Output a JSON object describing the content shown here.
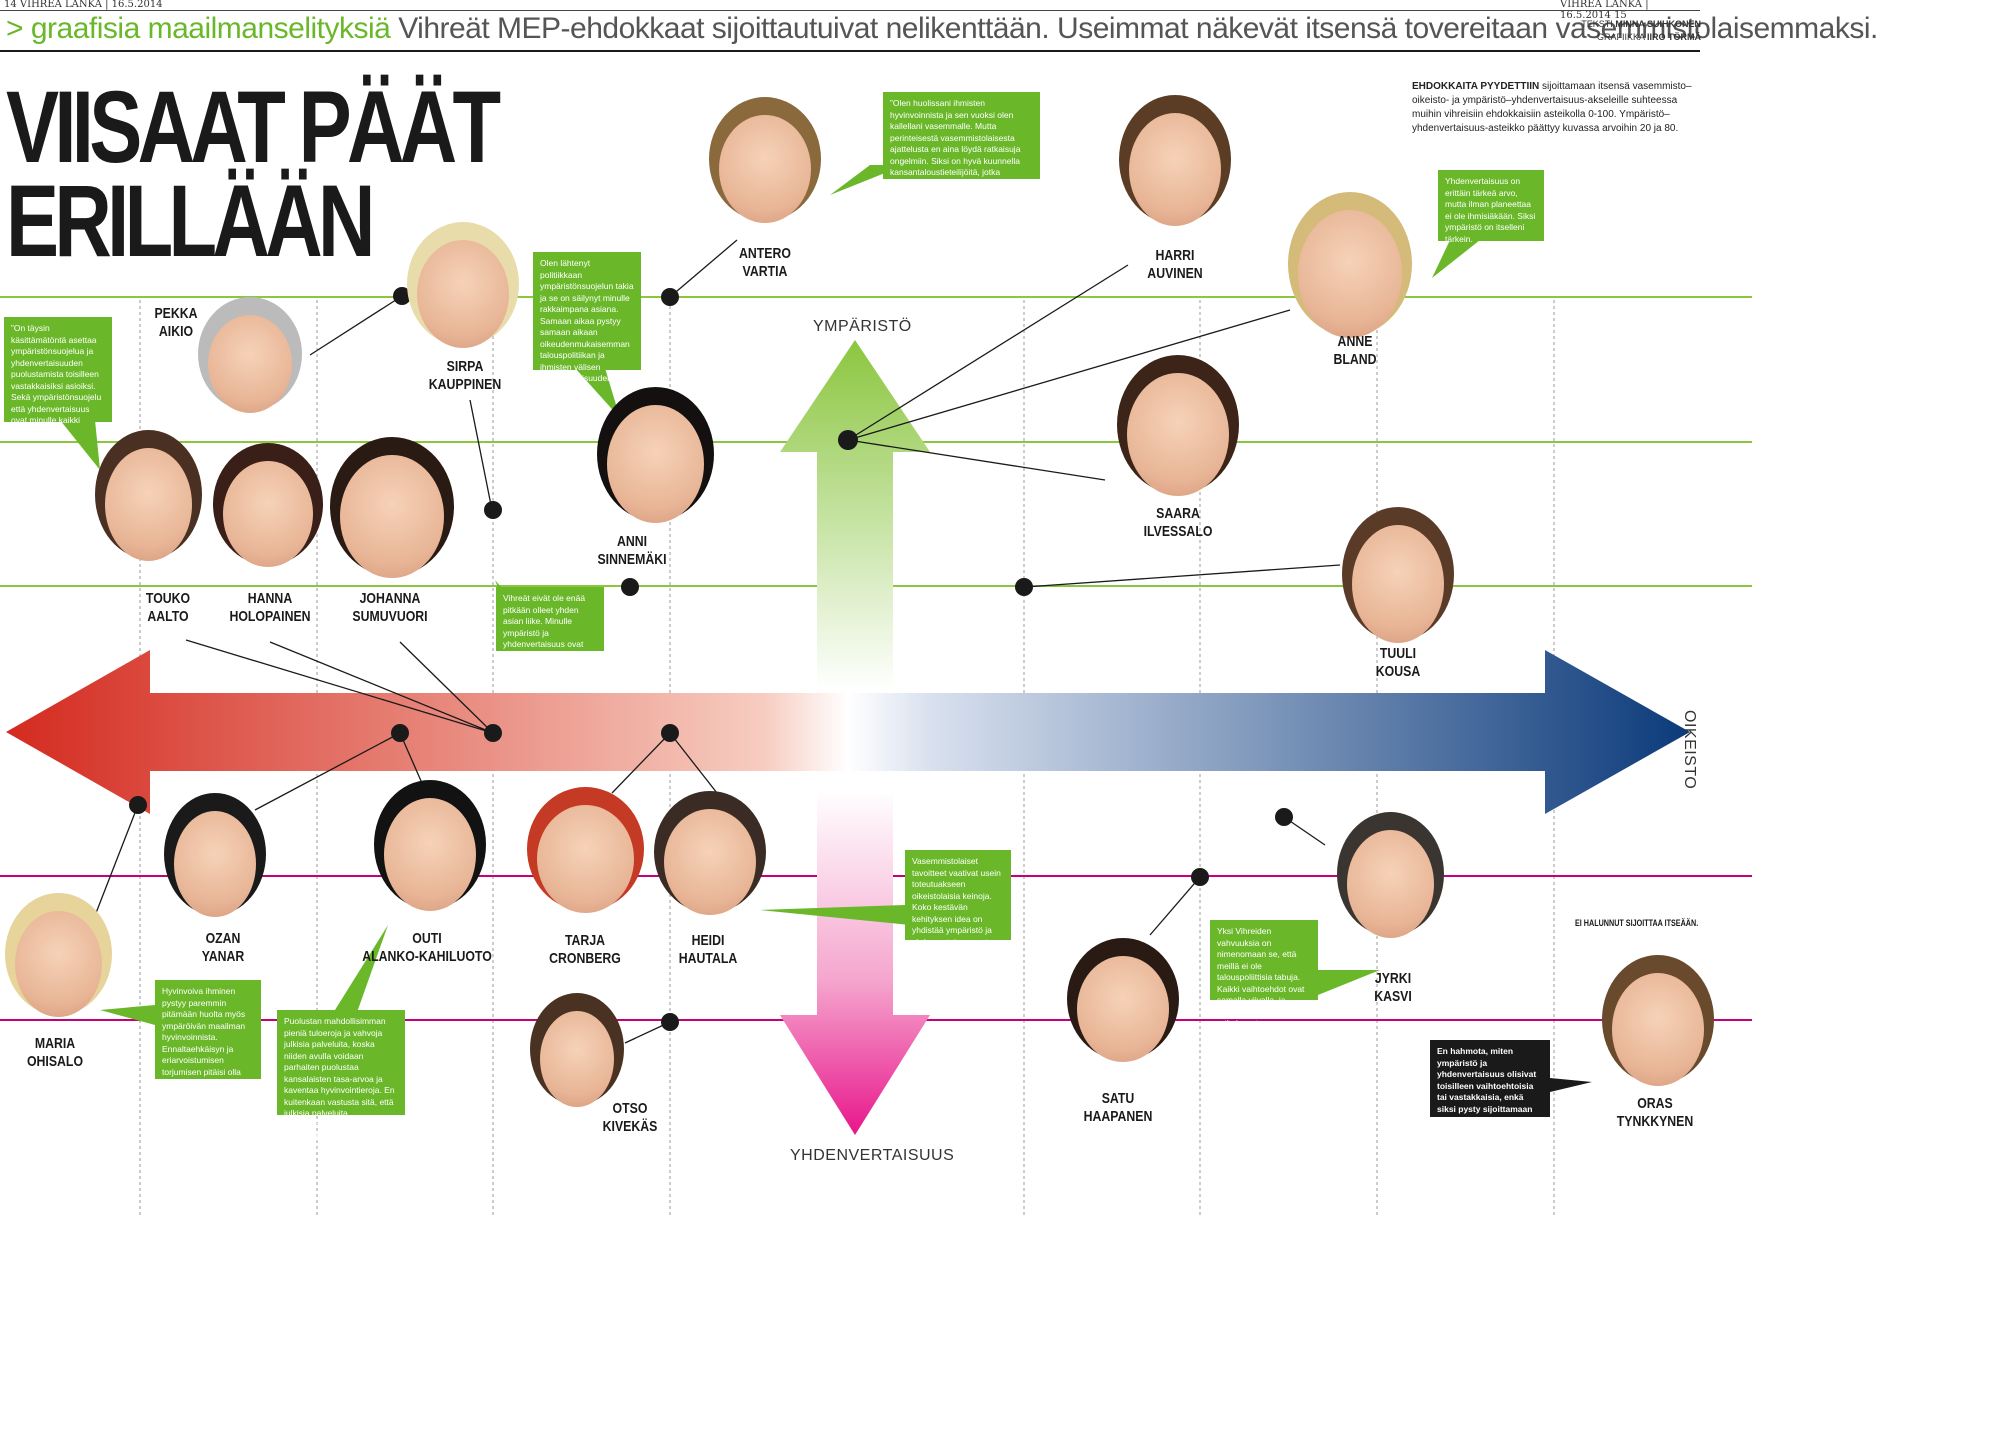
{
  "masthead": {
    "left": "14  VIHREÄ LANKA | 16.5.2014",
    "right": "VIHREÄ LANKA | 16.5.2014  15"
  },
  "header": {
    "section_marker": "> graafisia maailmanselityksiä",
    "lead": "Vihreät MEP-ehdokkaat sijoittautuivat nelikenttään.   Useimmat näkevät itsensä tovereitaan vasemmistolaisemmaksi."
  },
  "credits": {
    "text_label": "TEKSTI",
    "text_author": "MINNA SUIHKONEN",
    "graphics_label": "GRAFIIKKA",
    "graphics_author": "IIRO TÖRMÄ"
  },
  "title": {
    "line1": "VIISAAT PÄÄT",
    "line2": "ERILLÄÄN"
  },
  "intro": {
    "lead": "EHDOKKAITA PYYDETTIIN",
    "body": " sijoittamaan itsensä vasemmisto–oikeisto- ja ympäristö–yhdenvertaisuus-akseleille suhteessa muihin vihreisiin ehdokkaisiin asteikolla 0-100. Ympäristö–yhdenvertaisuus-asteikko päättyy kuvassa arvoihin 20 ja 80."
  },
  "axes": {
    "top": "YMPÄRISTÖ",
    "bottom": "YHDENVERTAISUUS",
    "right": "OIKEISTO"
  },
  "colors": {
    "green_line": "#8cc63f",
    "magenta_line": "#c4007a",
    "bubble_green": "#6ab82a",
    "arrow_red": "#d42a1f",
    "arrow_blue": "#0b3a7a",
    "arrow_green": "#8cc63f",
    "arrow_pink": "#e8168b"
  },
  "candidates": [
    {
      "id": "pekka-aikio",
      "first": "PEKKA",
      "last": "AIKIO",
      "hair": "#bbbbbb"
    },
    {
      "id": "sirpa-kauppinen",
      "first": "SIRPA",
      "last": "KAUPPINEN",
      "hair": "#e8dcaa"
    },
    {
      "id": "antero-vartia",
      "first": "ANTERO",
      "last": "VARTIA",
      "hair": "#8a6a3c"
    },
    {
      "id": "harri-auvinen",
      "first": "HARRI",
      "last": "AUVINEN",
      "hair": "#5a3d24"
    },
    {
      "id": "anne-bland",
      "first": "ANNE",
      "last": "BLAND",
      "hair": "#d4bb7a"
    },
    {
      "id": "touko-aalto",
      "first": "TOUKO",
      "last": "AALTO",
      "hair": "#4a3022"
    },
    {
      "id": "hanna-holopainen",
      "first": "HANNA",
      "last": "HOLOPAINEN",
      "hair": "#3a1e18"
    },
    {
      "id": "johanna-sumuvuori",
      "first": "JOHANNA",
      "last": "SUMUVUORI",
      "hair": "#2a1a14"
    },
    {
      "id": "anni-sinnemaki",
      "first": "ANNI",
      "last": "SINNEMÄKI",
      "hair": "#151010"
    },
    {
      "id": "saara-ilvessalo",
      "first": "SAARA",
      "last": "ILVESSALO",
      "hair": "#3c2418"
    },
    {
      "id": "tuuli-kousa",
      "first": "TUULI",
      "last": "KOUSA",
      "hair": "#5a3b28"
    },
    {
      "id": "maria-ohisalo",
      "first": "MARIA",
      "last": "OHISALO",
      "hair": "#e6d49a"
    },
    {
      "id": "ozan-yanar",
      "first": "OZAN",
      "last": "YANAR",
      "hair": "#1a1a1a"
    },
    {
      "id": "outi-alanko-kahiluoto",
      "first": "OUTI",
      "last": "ALANKO-KAHILUOTO",
      "hair": "#121212"
    },
    {
      "id": "tarja-cronberg",
      "first": "TARJA",
      "last": "CRONBERG",
      "hair": "#c53a24"
    },
    {
      "id": "heidi-hautala",
      "first": "HEIDI",
      "last": "HAUTALA",
      "hair": "#3a2c25"
    },
    {
      "id": "otso-kivekas",
      "first": "OTSO",
      "last": "KIVEKÄS",
      "hair": "#4a3222"
    },
    {
      "id": "satu-haapanen",
      "first": "SATU",
      "last": "HAAPANEN",
      "hair": "#2a1a14"
    },
    {
      "id": "jyrki-kasvi",
      "first": "JYRKI",
      "last": "KASVI",
      "hair": "#3a3530"
    },
    {
      "id": "oras-tynkkynen",
      "first": "ORAS",
      "last": "TYNKKYNEN",
      "hair": "#6a4a2c"
    }
  ],
  "quotes": {
    "touko_aalto": "”On täysin käsittämätöntä asettaa ympäristönsuojelua ja yhdenvertaisuuden puolustamista toisilleen vastakkaisiksi asioiksi. Sekä ympäristönsuojelu että yhdenvertaisuus ovat minulle kaikki kaikessa.”",
    "anni_sinnemaki": "Olen lähtenyt politiikkaan ympäristönsuojelun takia ja se on säilynyt minulle rakkaimpana asiana. Samaan aikaa pystyy samaan aikaan oikeudenmukaisemman talouspolitiikan ja ihmisten välisen yhdenvertaisuuden puolesta.",
    "antero_vartia": "”Olen huolissani ihmisten hyvinvoinnista ja sen vuoksi olen kallellani vasemmalle. Mutta perinteisestä vasemmistolaisesta ajattelusta en aina löydä ratkaisuja ongelmiin. Siksi on hyvä kuunnella kansantaloustieteilijöitä, jotka saatetaan mieltää oikeistolaisiksi.”",
    "anne_bland": "Yhdenvertaisuus on erittäin tärkeä arvo, mutta ilman planeettaa ei ole ihmisiäkään. Siksi ympäristö on itselleni tärkein.",
    "johanna_sumuvuori": "Vihreät eivät ole enää pitkään olleet yhden asian liike. Minulle ympäristö ja yhdenvertaisuus ovat aina olleet ihan samalla viivalla.",
    "heidi_hautala": "Vasemmistolaiset tavoitteet vaativat usein toteutuakseen oikeistolaisia keinoja. Koko kestävän kehityksen idea on yhdistää ympäristö ja yhdenvertaisuus, vrt. esimerkiksi ilmasto-oikeudenmukaisuus.",
    "maria_ohisalo": "Hyvinvoiva ihminen pystyy paremmin pitämään huolta myös ympäröivän maailman hyvinvoinnista. Ennaltaehkäisyn ja eriarvoistumisen torjumisen pitäisi olla politiikan keskeisiä sisältöjä kaikilla politiikan aloilla.",
    "outi_alanko_kahiluoto": "Puolustan mahdollisimman pieniä tuloeroja ja vahvoja julkisia palveluita, koska niiden avulla voidaan parhaiten puolustaa kansalaisten tasa-arvoa ja kaventaa hyvinvointieroja. En kuitenkaan vastusta sitä, että julkisia palveluita täydennetään kolmannen sektorin ja yksityisillä palveluilla.",
    "jyrki_kasvi": "Yksi Vihreiden vahvuuksia on nimenomaan se, että meillä ei ole talouspoliittisia tabuja. Kaikki vaihtoehdot ovat samalla viivalla, ja parhaat argumentit ratkaisevat.",
    "oras_tynkkynen": "En hahmota, miten ympäristö ja yhdenvertaisuus olisivat toisilleen vaihtoehtoisia tai vastakkaisia, enkä siksi pysty sijoittamaan itseäni tuolle akselille."
  },
  "refused_note": "EI HALUNNUT SIJOITTAA ITSEÄÄN."
}
